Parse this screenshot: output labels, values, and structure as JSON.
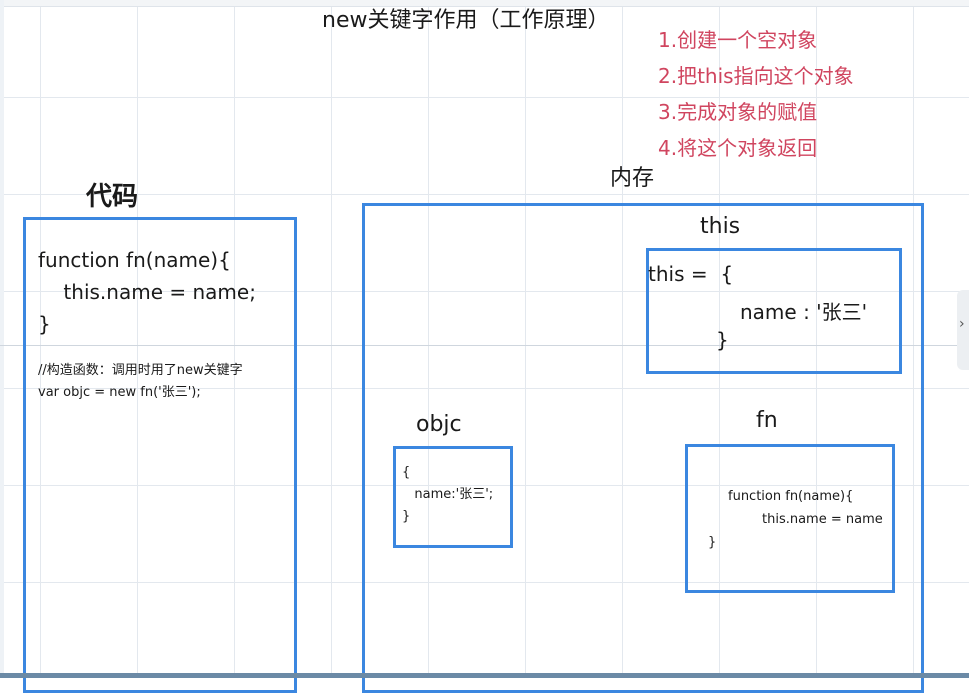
{
  "title": "new关键字作用（工作原理）",
  "steps": [
    "1.创建一个空对象",
    "2.把this指向这个对象",
    "3.完成对象的赋值",
    "4.将这个对象返回"
  ],
  "code_panel": {
    "label": "代码",
    "lines": [
      "function fn(name){",
      "    this.name = name;",
      "}"
    ],
    "notes": [
      "//构造函数：调用时用了new关键字",
      "var objc = new fn('张三');"
    ]
  },
  "memory_panel": {
    "label": "内存",
    "this_box": {
      "label": "this",
      "line1": "this =  {",
      "line2": "name : '张三'",
      "line3": "}"
    },
    "objc_box": {
      "label": "objc",
      "lines": [
        "{",
        "   name:'张三';",
        "}"
      ]
    },
    "fn_box": {
      "label": "fn",
      "line1": "function fn(name){",
      "line2": "this.name = name",
      "line3": "}"
    }
  },
  "colors": {
    "box_border": "#3b87e0",
    "steps_text": "#d0455f"
  }
}
